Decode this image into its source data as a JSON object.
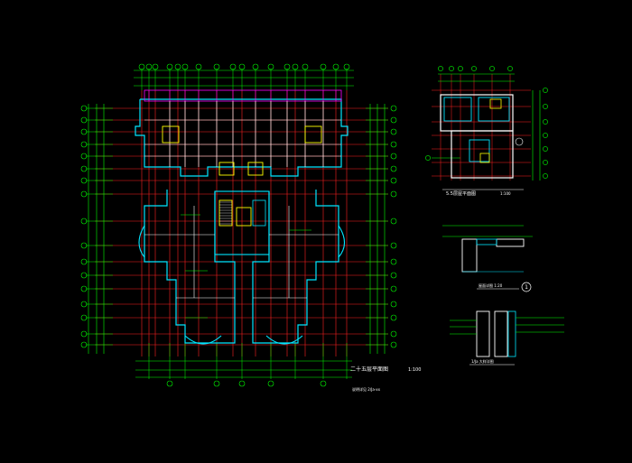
{
  "colors": {
    "background": "#000000",
    "axis": "#ff2020",
    "dimension": "#00ff00",
    "wall": "#00e5ff",
    "annotation": "#ffffff",
    "yellow": "#ffff00",
    "magenta": "#ff00ff"
  },
  "plan_main": {
    "title": "二十五层平面图",
    "scale": "1:100",
    "note": "说明详见 2/Ja-xx"
  },
  "plan_roof": {
    "title": "5.5层屋平面图",
    "scale": "1:100"
  },
  "detail_1": {
    "caption": "屋面详图 1:20",
    "marker": "1"
  },
  "detail_2": {
    "caption": "1/Ja 大样详图"
  }
}
